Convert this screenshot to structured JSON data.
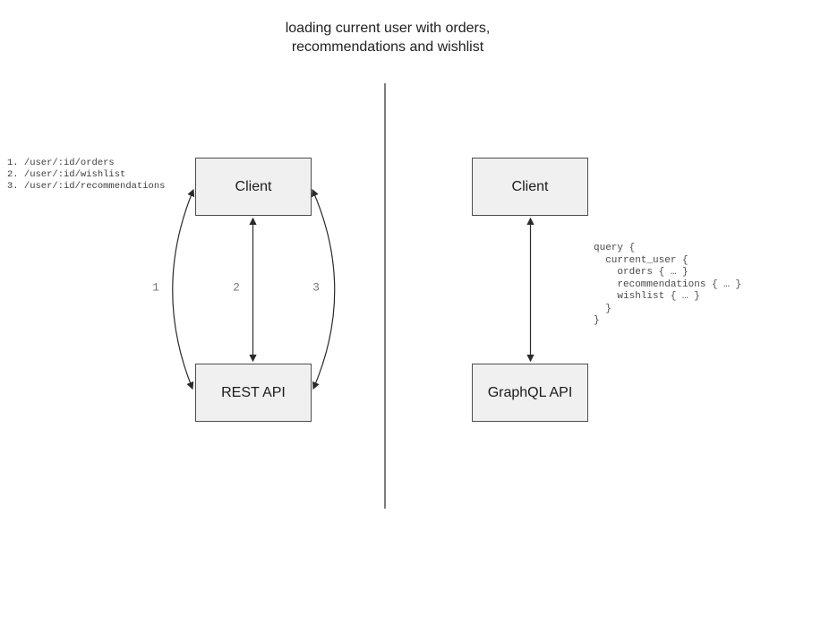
{
  "title": {
    "line1": "loading current user with orders,",
    "line2": "recommendations and wishlist"
  },
  "rest_panel": {
    "client_label": "Client",
    "api_label": "REST API",
    "endpoints": [
      "1. /user/:id/orders",
      "2. /user/:id/wishlist",
      "3. /user/:id/recommendations"
    ],
    "arrow_labels": [
      "1",
      "2",
      "3"
    ]
  },
  "graphql_panel": {
    "client_label": "Client",
    "api_label": "GraphQL API",
    "query": "query {\n  current_user {\n    orders { … }\n    recommendations { … }\n    wishlist { … }\n  }\n}"
  },
  "colors": {
    "background": "#ffffff",
    "node_fill": "#f0f0f0",
    "node_border": "#4d4d4d",
    "arrow_stroke": "#2a2a2a",
    "divider": "#7d7d7d",
    "arrow_label_text": "#757575",
    "code_text": "#4a4a4a",
    "title_text": "#1f1f1f"
  }
}
